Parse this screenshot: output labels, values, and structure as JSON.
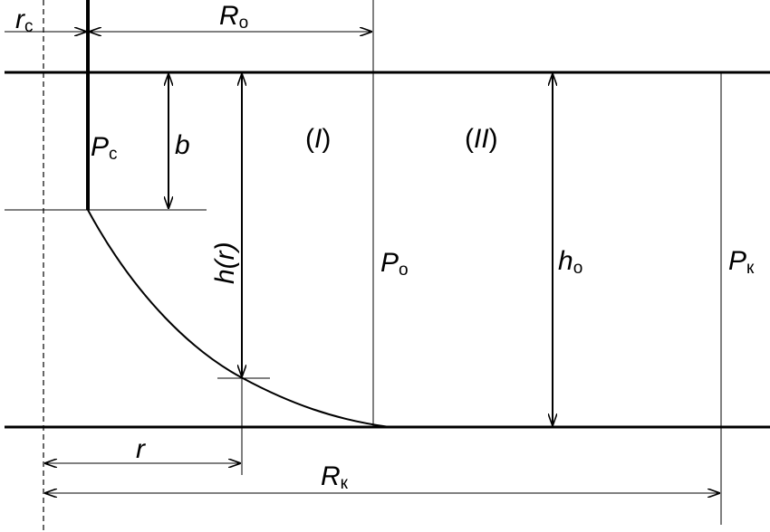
{
  "labels": {
    "rc": {
      "main": "r",
      "sub": "c"
    },
    "R0": {
      "main": "R",
      "sub": "o"
    },
    "Pc": {
      "main": "P",
      "sub": "c"
    },
    "b": {
      "main": "b"
    },
    "hr": {
      "main": "h(r)"
    },
    "P0": {
      "main": "P",
      "sub": "o"
    },
    "h0": {
      "main": "h",
      "sub": "o"
    },
    "Pk": {
      "main": "P",
      "sub": "к"
    },
    "r": {
      "main": "r"
    },
    "Rk": {
      "main": "R",
      "sub": "к"
    }
  },
  "zones": {
    "zone1": {
      "open": "(",
      "main": "I",
      "close": ")"
    },
    "zone2": {
      "open": "(",
      "main": "II",
      "close": ")"
    }
  }
}
